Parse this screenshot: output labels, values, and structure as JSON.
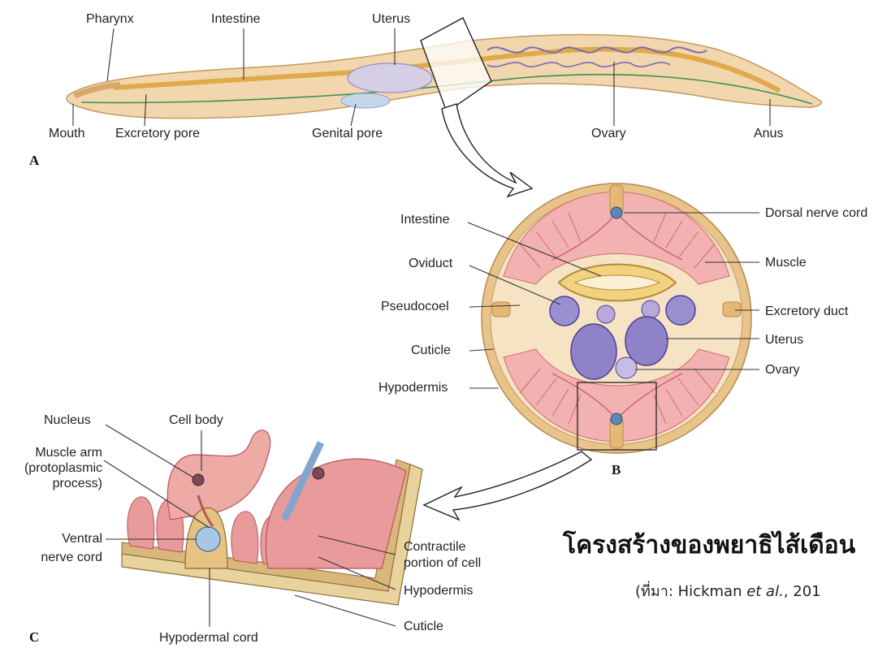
{
  "colors": {
    "worm_body": "#f0d3a8",
    "worm_outline": "#c49a62",
    "intestine": "#e0a94a",
    "nerve_line": "#3f8f5a",
    "cuticle_ring": "#e9c48a",
    "muscle_pink": "#e88a8e",
    "uterus_purple": "#7a6bb5",
    "arrow": "#ffffff"
  },
  "panel_a": {
    "letter": "A",
    "labels": {
      "pharynx": "Pharynx",
      "intestine": "Intestine",
      "uterus": "Uterus",
      "mouth": "Mouth",
      "excretory_pore": "Excretory pore",
      "genital_pore": "Genital pore",
      "ovary": "Ovary",
      "anus": "Anus"
    }
  },
  "panel_b": {
    "letter": "B",
    "labels": {
      "intestine": "Intestine",
      "oviduct": "Oviduct",
      "pseudocoel": "Pseudocoel",
      "cuticle": "Cuticle",
      "hypodermis": "Hypodermis",
      "dorsal_nerve_cord": "Dorsal nerve cord",
      "muscle": "Muscle",
      "excretory_duct": "Excretory duct",
      "uterus": "Uterus",
      "ovary": "Ovary"
    }
  },
  "panel_c": {
    "letter": "C",
    "labels": {
      "nucleus": "Nucleus",
      "cell_body": "Cell body",
      "muscle_arm_1": "Muscle arm",
      "muscle_arm_2": "(protoplasmic",
      "muscle_arm_3": "process)",
      "ventral_1": "Ventral",
      "ventral_2": "nerve cord",
      "contractile_1": "Contractile",
      "contractile_2": "portion of cell",
      "hypodermis": "Hypodermis",
      "cuticle": "Cuticle",
      "hypodermal_cord": "Hypodermal cord"
    }
  },
  "caption": {
    "title": "โครงสร้างของพยาธิไส้เดือน",
    "source_prefix": "(ที่มา: Hickman ",
    "source_italic": "et al.",
    "source_suffix": ", 201"
  }
}
